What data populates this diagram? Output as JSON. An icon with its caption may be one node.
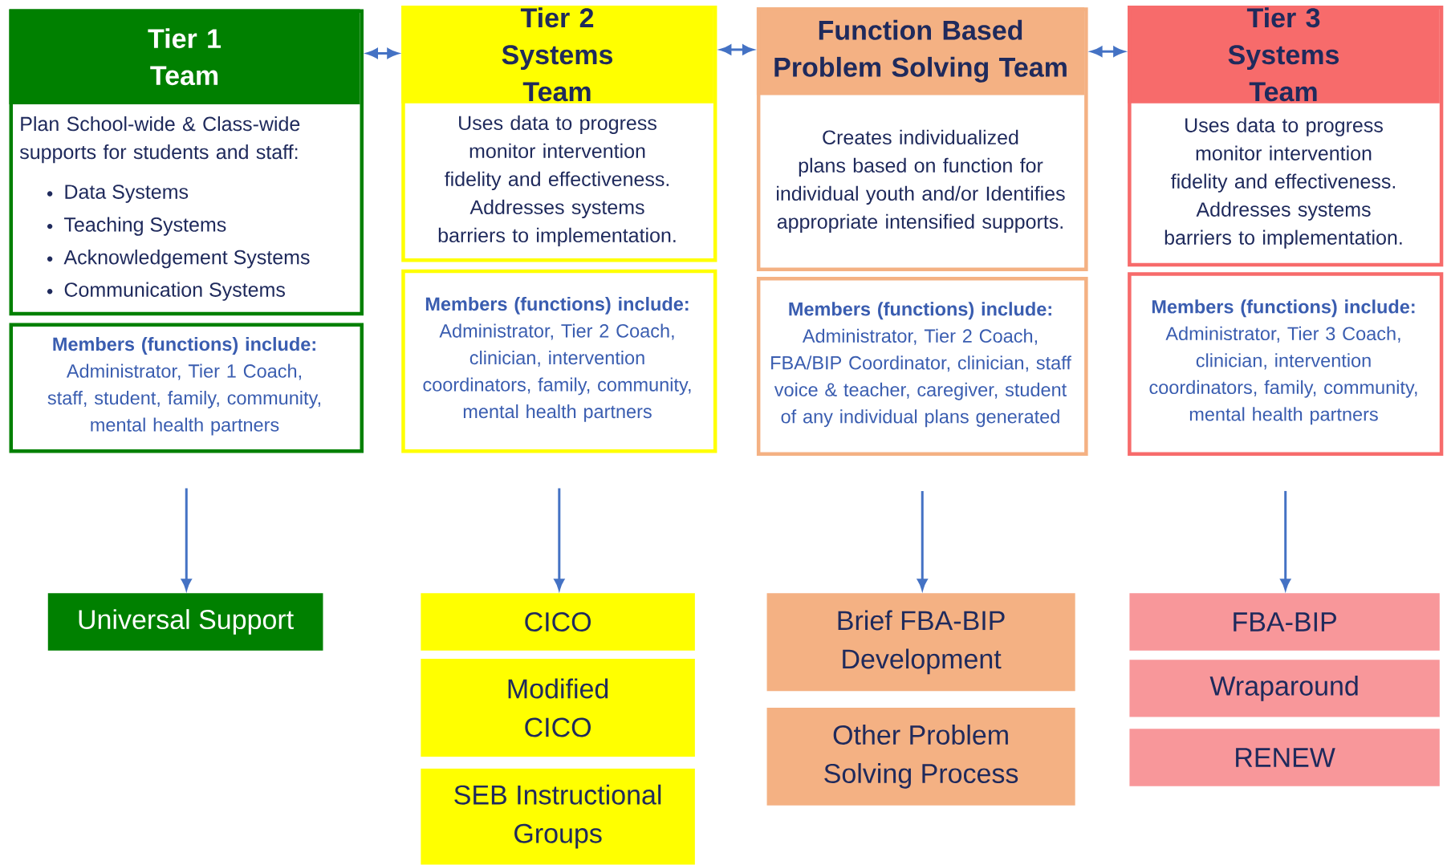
{
  "diagram": {
    "nodes": [
      {
        "text": [
          "Tier 1 Team",
          "Plan School-wide & Class-wide supports for students and staff:",
          "Data Systems",
          "Teaching Systems",
          "Acknowledgement Systems",
          "Communication Systems"
        ]
      },
      {
        "text": [
          "Members (functions) include:",
          "Administrator, Tier 1 Coach, staff, student, family, community, mental health partners"
        ]
      },
      {
        "text": [
          "Tier 2 Systems Team",
          "Uses data to progress monitor intervention fidelity and effectiveness. Addresses systems barriers to implementation."
        ]
      },
      {
        "text": [
          "Members (functions) include:",
          "Administrator, Tier 2 Coach, clinician, intervention coordinators, family, community, mental health partners"
        ]
      },
      {
        "text": [
          "Function Based Problem Solving Team",
          "Creates individualized plans based on function for individual youth and/or Identifies appropriate intensified supports."
        ]
      },
      {
        "text": [
          "Members (functions) include:",
          "Administrator, Tier 2 Coach, FBA/BIP Coordinator, clinician, staff voice & teacher, caregiver, student of any individual plans generated"
        ]
      },
      {
        "text": [
          "Tier 3 Systems Team",
          "Uses data to progress monitor intervention fidelity and effectiveness. Addresses systems barriers to implementation."
        ]
      },
      {
        "text": [
          "Members (functions) include:",
          "Administrator, Tier 3 Coach, clinician, intervention coordinators, family, community, mental health partners"
        ]
      },
      {
        "text": [
          "Universal Support"
        ]
      },
      {
        "text": [
          "CICO"
        ]
      },
      {
        "text": [
          "Modified CICO"
        ]
      },
      {
        "text": [
          "SEB Instructional Groups"
        ]
      },
      {
        "text": [
          "Brief FBA-BIP Development"
        ]
      },
      {
        "text": [
          "Other Problem Solving Process"
        ]
      },
      {
        "text": [
          "FBA-BIP"
        ]
      },
      {
        "text": [
          "Wraparound"
        ]
      },
      {
        "text": [
          "RENEW"
        ]
      }
    ],
    "edges": [
      {
        "from": 0,
        "to": 2,
        "arrow": "both"
      },
      {
        "from": 2,
        "to": 4,
        "arrow": "both"
      },
      {
        "from": 4,
        "to": 6,
        "arrow": "both"
      },
      {
        "from": 1,
        "to": 8,
        "arrow": "to"
      },
      {
        "from": 3,
        "to": 9,
        "arrow": "to"
      },
      {
        "from": 5,
        "to": 12,
        "arrow": "to"
      },
      {
        "from": 7,
        "to": 14,
        "arrow": "to"
      }
    ]
  }
}
